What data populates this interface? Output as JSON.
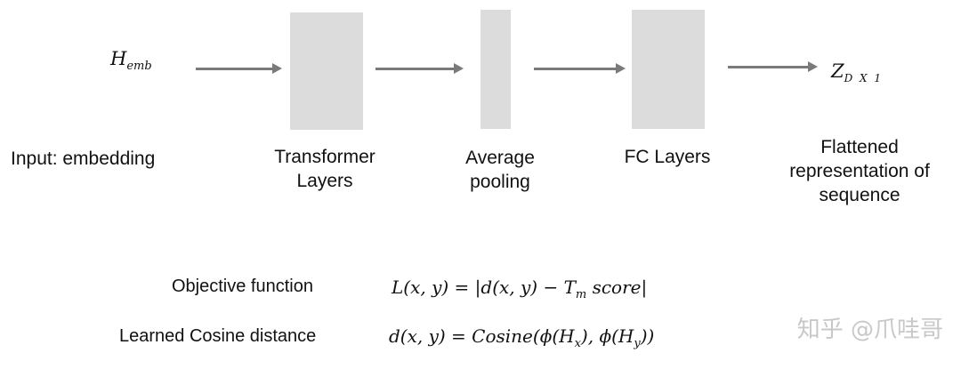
{
  "nodes": {
    "input_symbol": {
      "main": "H",
      "sub": "emb"
    },
    "output_symbol": {
      "main": "Z",
      "sub": "D X 1"
    },
    "input_label": "Input: embedding",
    "transformer_label_line1": "Transformer",
    "transformer_label_line2": "Layers",
    "pooling_label_line1": "Average",
    "pooling_label_line2": "pooling",
    "fc_label": "FC Layers",
    "output_label_line1": "Flattened",
    "output_label_line2": "representation of",
    "output_label_line3": "sequence"
  },
  "equations": {
    "objective_label": "Objective function",
    "objective_formula": "L(x, y) = |d(x, y) − T",
    "objective_sub": "m",
    "objective_tail": " score|",
    "cosine_label": "Learned Cosine distance",
    "cosine_formula": "d(x, y) = Cosine(ϕ(H",
    "cosine_sub1": "x",
    "cosine_mid": "), ϕ(H",
    "cosine_sub2": "y",
    "cosine_tail": "))"
  },
  "watermark": "知乎 @爪哇哥",
  "colors": {
    "block": "#dcdcdc",
    "arrow": "#7a7a7a"
  }
}
